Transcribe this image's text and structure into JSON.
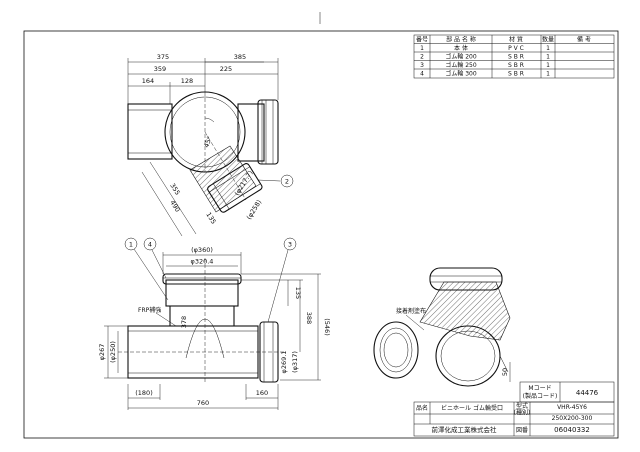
{
  "parts_table": {
    "headers": [
      "番号",
      "部 品 名 称",
      "材 質",
      "数量",
      "備 考"
    ],
    "rows": [
      [
        "1",
        "本 体",
        "P V C",
        "1",
        ""
      ],
      [
        "2",
        "ゴム輪 200",
        "S B R",
        "1",
        ""
      ],
      [
        "3",
        "ゴム輪 250",
        "S B R",
        "1",
        ""
      ],
      [
        "4",
        "ゴム輪 300",
        "S B R",
        "1",
        ""
      ]
    ]
  },
  "top_view_dims": {
    "d375": "375",
    "d385": "385",
    "d359": "359",
    "d225": "225",
    "d164": "164",
    "d128": "128",
    "d45": "45°",
    "d355": "355",
    "d490": "490",
    "d135": "135",
    "dia217": "(φ217.7)",
    "dia258": "(φ258)"
  },
  "front_view_dims": {
    "dia360": "(φ360)",
    "dia320": "φ320.4",
    "d135": "135",
    "d388": "388",
    "d546": "(546)",
    "d378": "378",
    "dia267": "φ267",
    "dia250": "(φ250)",
    "dia269": "φ269.1",
    "dia317": "(φ317)",
    "d180": "(180)",
    "d160": "160",
    "d760": "760"
  },
  "callouts": {
    "c1": "1",
    "c2": "2",
    "c3": "3",
    "c4": "4"
  },
  "labels": {
    "frp": "FRP補強",
    "adhesive": "接着剤塗布",
    "d50": "50"
  },
  "title_block": {
    "mcode_label": "Mコード\n(製品コード)",
    "mcode_line1": "Mコード",
    "mcode_line2": "(製品コード)",
    "mcode_value": "44476",
    "name_label": "品名",
    "name_value": "ビニホール ゴム輪受口",
    "model_label1": "型式",
    "model_label2": "(種別)",
    "model_value1": "VHR-45Y6",
    "model_value2": "250X200-300",
    "company": "前澤化成工業株式会社",
    "drawing_no_label": "図番",
    "drawing_no": "06040332"
  }
}
